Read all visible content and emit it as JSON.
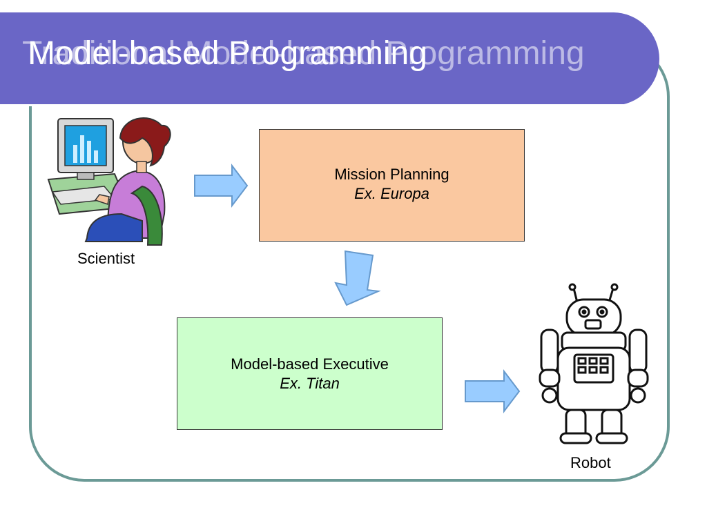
{
  "slide": {
    "title_primary": "Model-based Programming",
    "title_overlap": "Traditional Model-based Programming",
    "colors": {
      "header": "#6a66c6",
      "frame": "#6b9a96",
      "mission_box": "#fac8a0",
      "exec_box": "#ccffcc",
      "arrow": "#99ccff"
    }
  },
  "diagram": {
    "mission": {
      "label": "Mission Planning",
      "example": "Ex. Europa"
    },
    "executive": {
      "label": "Model-based Executive",
      "example": "Ex. Titan"
    },
    "scientist": {
      "caption": "Scientist",
      "icon": "scientist-at-computer-icon"
    },
    "robot": {
      "caption": "Robot",
      "icon": "robot-icon"
    }
  }
}
